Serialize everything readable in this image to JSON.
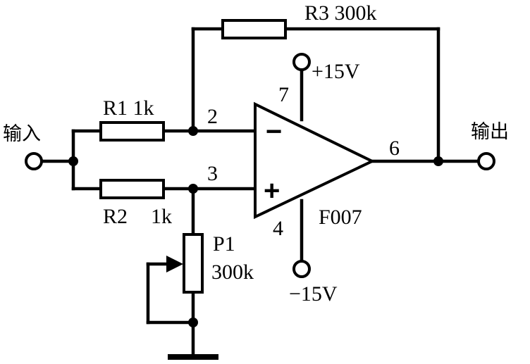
{
  "labels": {
    "input": "输入",
    "output": "输出",
    "r1": "R1 1k",
    "r2_name": "R2",
    "r2_value": "1k",
    "r3": "R3 300k",
    "p1_name": "P1",
    "p1_value": "300k",
    "pin2": "2",
    "pin3": "3",
    "pin4": "4",
    "pin6": "6",
    "pin7": "7",
    "vplus": "+15V",
    "vminus": "−15V",
    "opamp": "F007",
    "minus_sign": "−",
    "plus_sign": "+"
  }
}
